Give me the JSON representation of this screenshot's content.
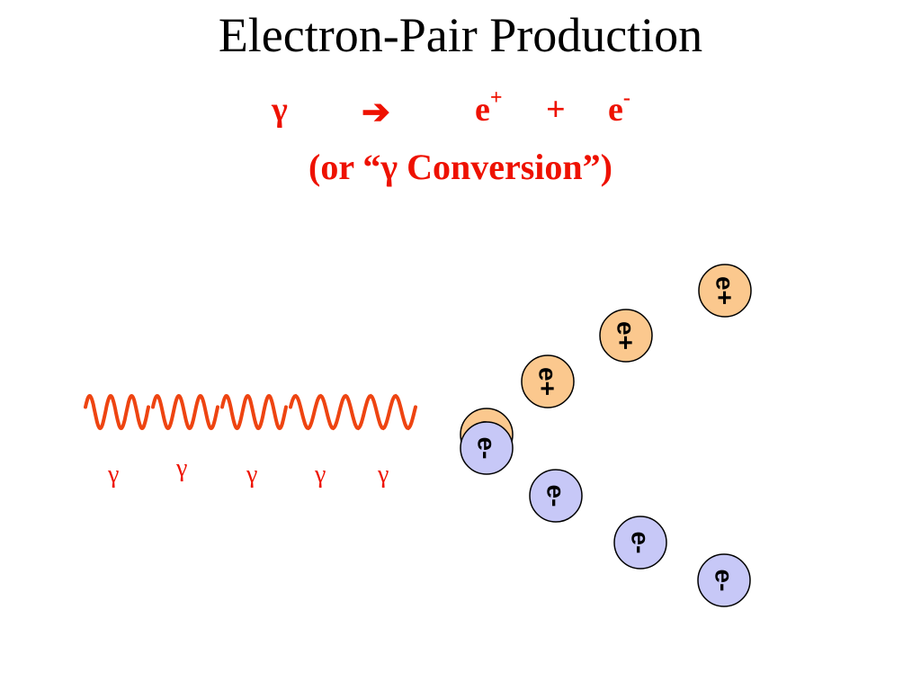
{
  "title": "Electron-Pair Production",
  "colors": {
    "accent": "#ee1100",
    "wave": "#ee4411",
    "positron_fill": "#fbc88e",
    "electron_fill": "#c7c8f7",
    "outline": "#000000"
  },
  "equation": {
    "lhs": "γ",
    "arrow": "➔",
    "p1": "e",
    "p1_sup": "+",
    "plus": "+",
    "p2": "e",
    "p2_sup": "-"
  },
  "subtitle": "(or “γ Conversion”)",
  "photon_label": "γ",
  "positron_label": "e+",
  "electron_label": "e-",
  "photon_count": 5,
  "positron_count": 4,
  "electron_count": 4
}
